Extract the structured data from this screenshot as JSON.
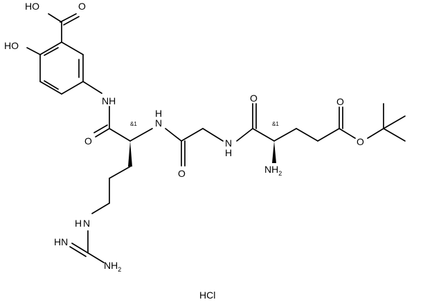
{
  "atoms": {
    "acid_oh": "HO",
    "acid_o": "O",
    "phenol_oh": "HO",
    "anilide_nh": "NH",
    "arg_carbonyl_o": "O",
    "arg_alpha_nh": "N",
    "arg_alpha_nh_h": "H",
    "gly_carbonyl_o": "O",
    "gly_nh": "N",
    "gly_nh_h": "H",
    "glu_carbonyl_o": "O",
    "ester_carbonyl_o": "O",
    "ester_o": "O",
    "glu_amine": "NH",
    "glu_amine_sub": "2",
    "guan_nh": "N",
    "guan_nh_h": "H",
    "guan_imine": "HN",
    "guan_amine": "NH",
    "guan_amine_sub": "2"
  },
  "stereo_marks": {
    "arg": "&1",
    "glu": "&1"
  },
  "salt": "HCl"
}
